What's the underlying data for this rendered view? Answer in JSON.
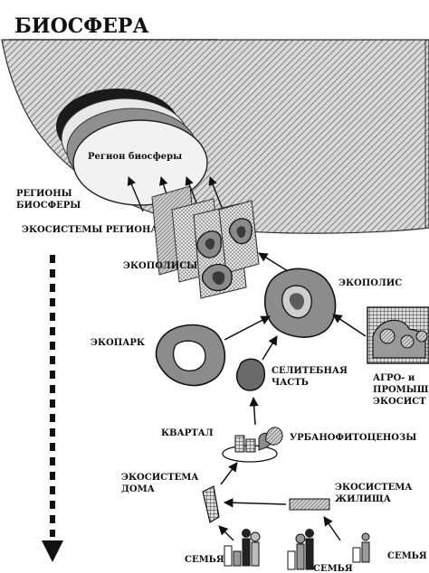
{
  "title": "БИОСФЕРА",
  "labels": {
    "region_biosphere": "Регион биосферы",
    "regions_line1": "РЕГИОНЫ",
    "regions_line2": "БИОСФЕРЫ",
    "ecosystems_region": "ЭКОСИСТЕМЫ РЕГИОНА",
    "ecopolises": "ЭКОПОЛИСЫ",
    "ecopolis": "ЭКОПОЛИС",
    "ecopark": "ЭКОПАРК",
    "selitebnaya_line1": "СЕЛИТЕБНАЯ",
    "selitebnaya_line2": "ЧАСТЬ",
    "agro_line1": "АГРО- и",
    "agro_line2": "ПРОМЫШ",
    "agro_line3": "ЭКОСИСТ",
    "kvartal": "КВАРТАЛ",
    "urbanophyto": "УРБАНОФИТОЦЕНОЗЫ",
    "eco_house_line1": "ЭКОСИСТЕМА",
    "eco_house_line2": "ДОМА",
    "eco_dwelling_line1": "ЭКОСИСТЕМА",
    "eco_dwelling_line2": "ЖИЛИЩА",
    "family_left": "СЕМЬЯ",
    "family_mid": "СЕМЬЯ",
    "family_right": "СЕМЬЯ"
  },
  "colors": {
    "ink": "#111111",
    "hatch": "#9a9a9a",
    "dark_gray": "#6f6f6f",
    "mid_gray": "#a8a8a8",
    "light_gray": "#d4d4d4",
    "pale": "#ececec"
  }
}
